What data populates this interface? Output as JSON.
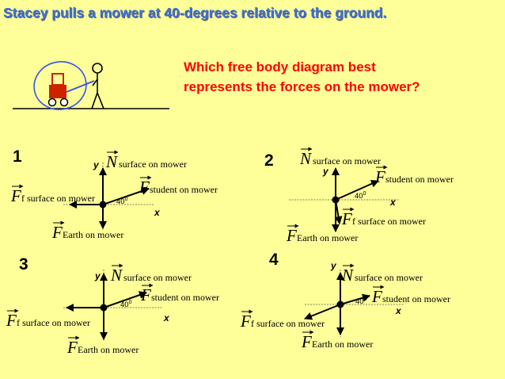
{
  "title": "Stacey pulls a mower at 40-degrees relative to the ground.",
  "question": {
    "line1": "Which free body diagram best",
    "line2": "represents the forces on the mower?"
  },
  "angle": {
    "value": "40",
    "unit": "0"
  },
  "axes": {
    "x": "x",
    "y": "y"
  },
  "symbols": {
    "normal": "N",
    "force": "F"
  },
  "forces": {
    "normal": "surface on mower",
    "pull": "student on mower",
    "friction": "f surface on mower",
    "weight": "Earth on mower"
  },
  "diagrams": [
    {
      "number": "1"
    },
    {
      "number": "2"
    },
    {
      "number": "3"
    },
    {
      "number": "4"
    }
  ],
  "colors": {
    "background": "#ffff99",
    "title": "#3a6fd8",
    "question": "#ff0000",
    "sketch_blue": "#3355ee",
    "mower": "#cc2200"
  }
}
